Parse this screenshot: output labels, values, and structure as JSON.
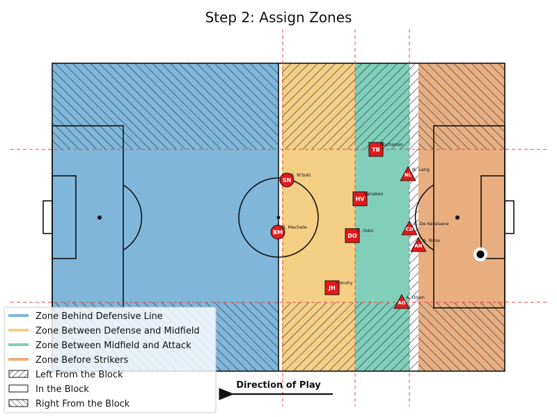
{
  "title": "Step 2: Assign Zones",
  "direction_label": "Direction of Play",
  "colors": {
    "zone_behind": "#7fb6d9",
    "zone_def_mid": "#f4cf84",
    "zone_mid_att": "#81cfb8",
    "zone_before": "#e9ae80",
    "player": "#e31a1c",
    "dashed_line": "#e8474b"
  },
  "legend": [
    {
      "label": "Zone Behind Defensive Line",
      "kind": "line",
      "color": "#7fb6d9"
    },
    {
      "label": "Zone Between Defense and Midfield",
      "kind": "line",
      "color": "#f4cf84"
    },
    {
      "label": "Zone Between Midfield and Attack",
      "kind": "line",
      "color": "#81cfb8"
    },
    {
      "label": "Zone Before Strikers",
      "kind": "line",
      "color": "#e9ae80"
    },
    {
      "label": "Left From the Block",
      "kind": "hatch-left"
    },
    {
      "label": "In the Block",
      "kind": "plain"
    },
    {
      "label": "Right From the Block",
      "kind": "hatch-right"
    }
  ],
  "players": [
    {
      "id": "tb",
      "initials": "TB",
      "name": "Buchanan",
      "shape": "square"
    },
    {
      "id": "nl",
      "initials": "NL",
      "name": "N. Lang",
      "shape": "triangle"
    },
    {
      "id": "sn",
      "initials": "SN",
      "name": "S. N'Soki",
      "shape": "circle"
    },
    {
      "id": "hv",
      "initials": "HV",
      "name": "Vanaken",
      "shape": "square"
    },
    {
      "id": "cd",
      "initials": "CD",
      "name": "C. De Ketelaere",
      "shape": "triangle"
    },
    {
      "id": "bm",
      "initials": "BM",
      "name": "B. Mechele",
      "shape": "circle"
    },
    {
      "id": "do",
      "initials": "DO",
      "name": "D. Odoi",
      "shape": "square"
    },
    {
      "id": "an",
      "initials": "AN",
      "name": "A. Nusa",
      "shape": "triangle"
    },
    {
      "id": "jh",
      "initials": "JH",
      "name": "Hendry",
      "shape": "square"
    },
    {
      "id": "ao",
      "initials": "AO",
      "name": "A. Olsen",
      "shape": "triangle"
    }
  ]
}
